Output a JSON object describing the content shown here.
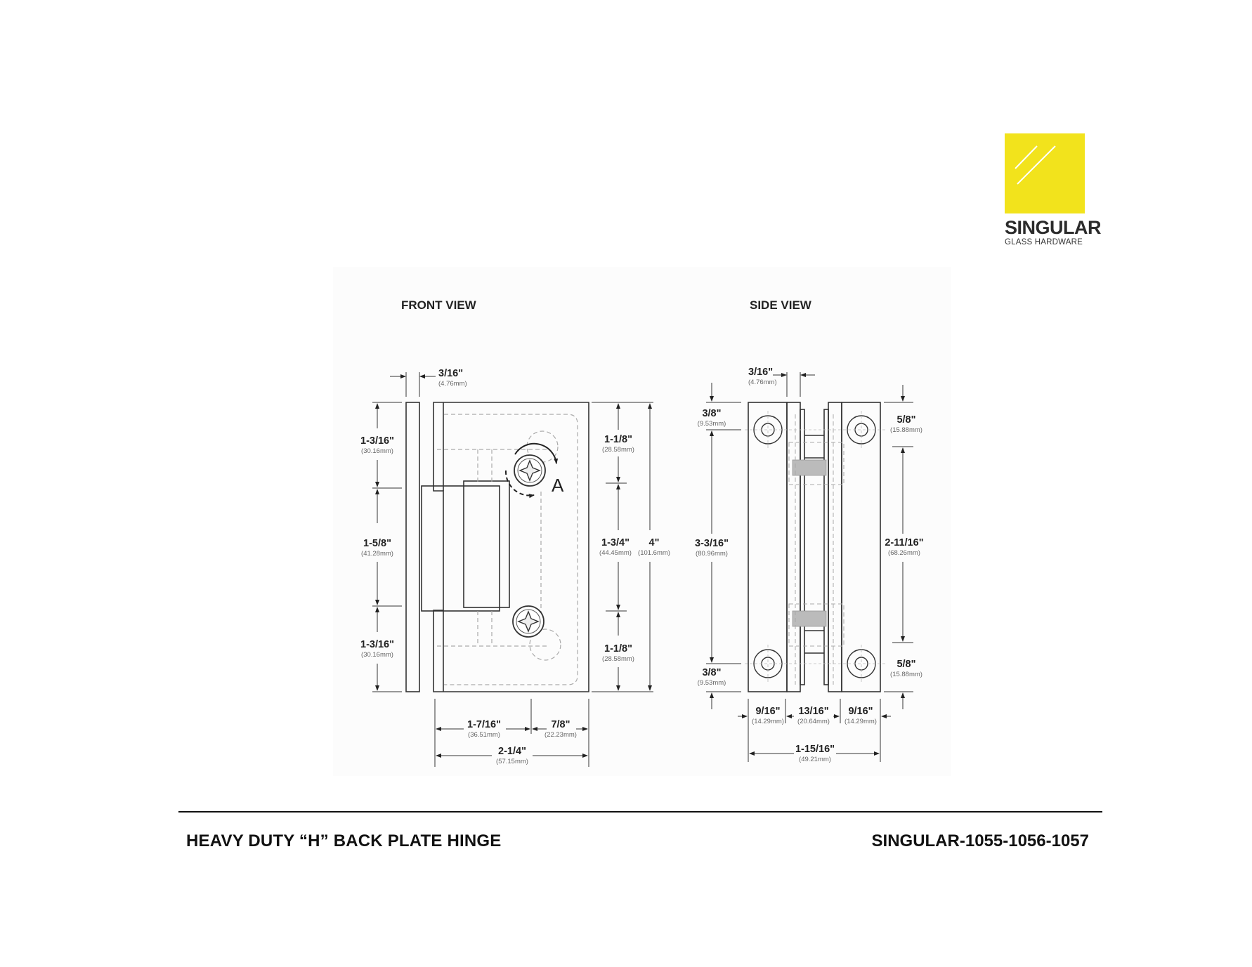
{
  "brand": {
    "name": "SINGULAR",
    "subtitle": "GLASS HARDWARE",
    "logo_color": "#f2e31c"
  },
  "front_view": {
    "title": "FRONT VIEW",
    "plate_thickness": {
      "in": "3/16\"",
      "mm": "(4.76mm)"
    },
    "left_dims": [
      {
        "in": "1-3/16\"",
        "mm": "(30.16mm)"
      },
      {
        "in": "1-5/8\"",
        "mm": "(41.28mm)"
      },
      {
        "in": "1-3/16\"",
        "mm": "(30.16mm)"
      }
    ],
    "right_dims": [
      {
        "in": "1-1/8\"",
        "mm": "(28.58mm)"
      },
      {
        "in": "1-3/4\"",
        "mm": "(44.45mm)"
      },
      {
        "in": "1-1/8\"",
        "mm": "(28.58mm)"
      }
    ],
    "overall_height": {
      "in": "4\"",
      "mm": "(101.6mm)"
    },
    "bottom_dims": [
      {
        "in": "1-7/16\"",
        "mm": "(36.51mm)"
      },
      {
        "in": "7/8\"",
        "mm": "(22.23mm)"
      }
    ],
    "overall_width": {
      "in": "2-1/4\"",
      "mm": "(57.15mm)"
    },
    "callout": "A"
  },
  "side_view": {
    "title": "SIDE VIEW",
    "plate_thickness": {
      "in": "3/16\"",
      "mm": "(4.76mm)"
    },
    "left_dims": [
      {
        "in": "3/8\"",
        "mm": "(9.53mm)"
      },
      {
        "in": "3-3/16\"",
        "mm": "(80.96mm)"
      },
      {
        "in": "3/8\"",
        "mm": "(9.53mm)"
      }
    ],
    "right_dims": [
      {
        "in": "5/8\"",
        "mm": "(15.88mm)"
      },
      {
        "in": "2-11/16\"",
        "mm": "(68.26mm)"
      },
      {
        "in": "5/8\"",
        "mm": "(15.88mm)"
      }
    ],
    "bottom_dims": [
      {
        "in": "9/16\"",
        "mm": "(14.29mm)"
      },
      {
        "in": "13/16\"",
        "mm": "(20.64mm)"
      },
      {
        "in": "9/16\"",
        "mm": "(14.29mm)"
      }
    ],
    "overall_width": {
      "in": "1-15/16\"",
      "mm": "(49.21mm)"
    }
  },
  "footer": {
    "product_name": "HEAVY DUTY “H” BACK PLATE HINGE",
    "product_code": "SINGULAR-1055-1056-1057"
  }
}
